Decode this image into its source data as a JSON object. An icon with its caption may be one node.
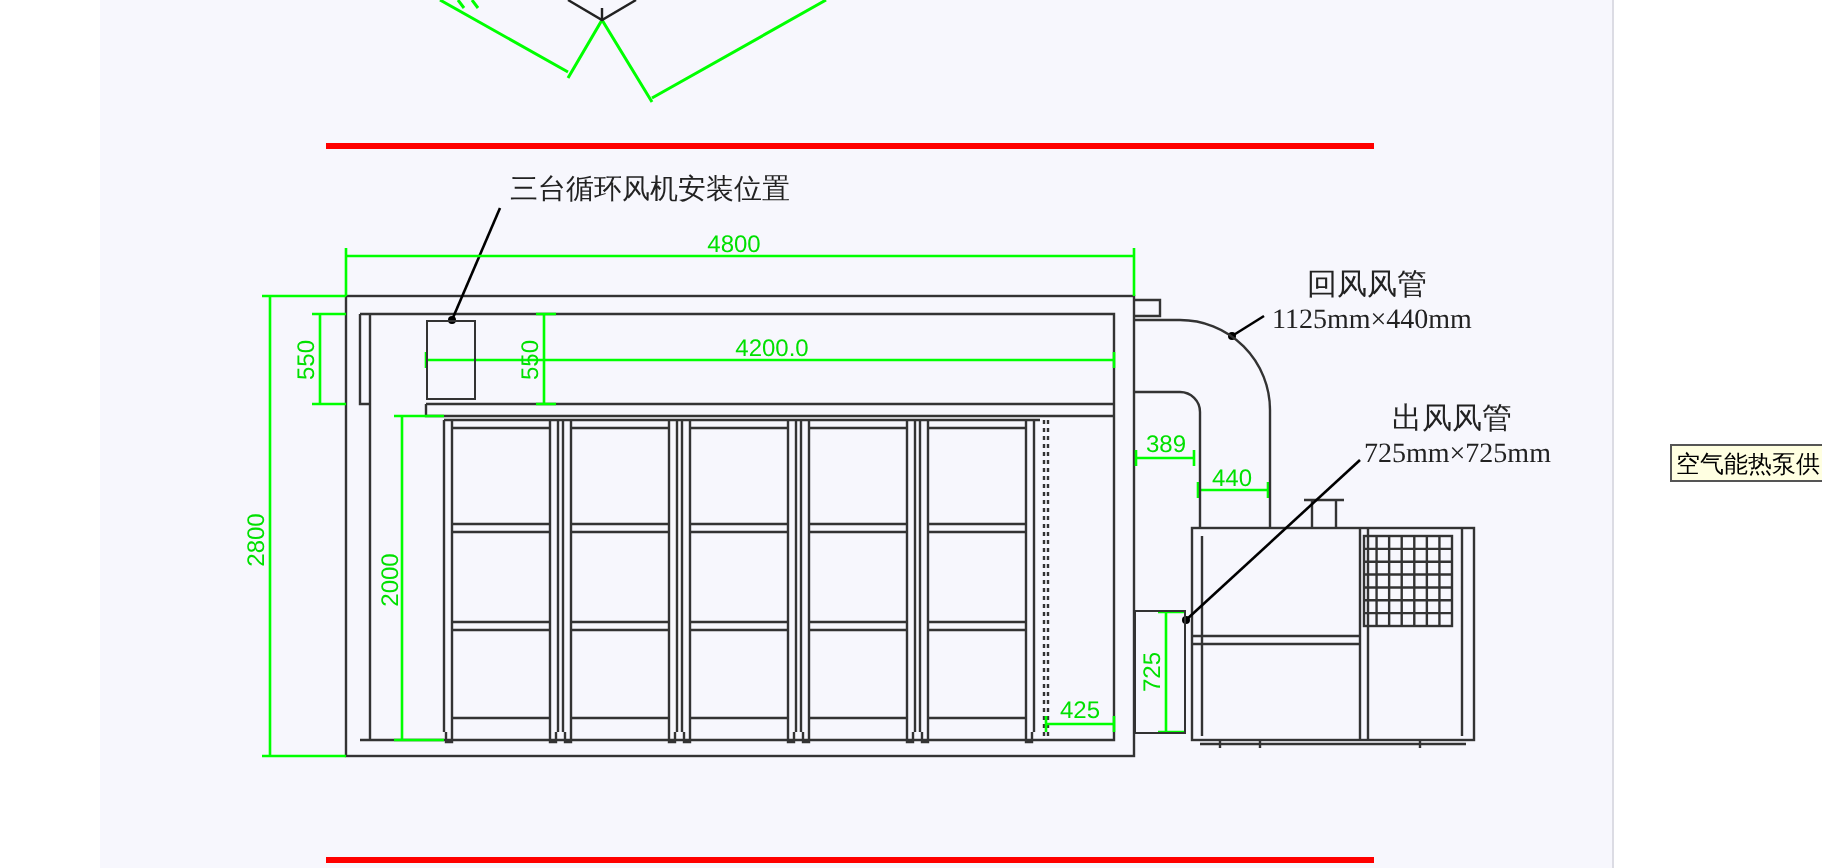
{
  "diagram": {
    "nodes": [
      {
        "text": [
          "三台循环风机安装位置"
        ]
      },
      {
        "text": [],
        "shape": "box"
      },
      {
        "text": [
          "回风风管",
          "1125mm×440mm"
        ]
      },
      {
        "text": [],
        "shape": "picture"
      },
      {
        "text": [
          "出风风管",
          "725mm×725mm"
        ]
      },
      {
        "text": [],
        "shape": "box"
      }
    ],
    "edges": [
      {
        "from": 0,
        "to": 1,
        "arrow": "other"
      },
      {
        "from": 2,
        "to": 3,
        "arrow": "other"
      },
      {
        "from": 4,
        "to": 5,
        "arrow": "other"
      }
    ],
    "labels": [
      "4800",
      "550",
      "550",
      "4200.0",
      "2800",
      "2000",
      "389",
      "440",
      "725",
      "425",
      "空气能热泵供"
    ]
  }
}
